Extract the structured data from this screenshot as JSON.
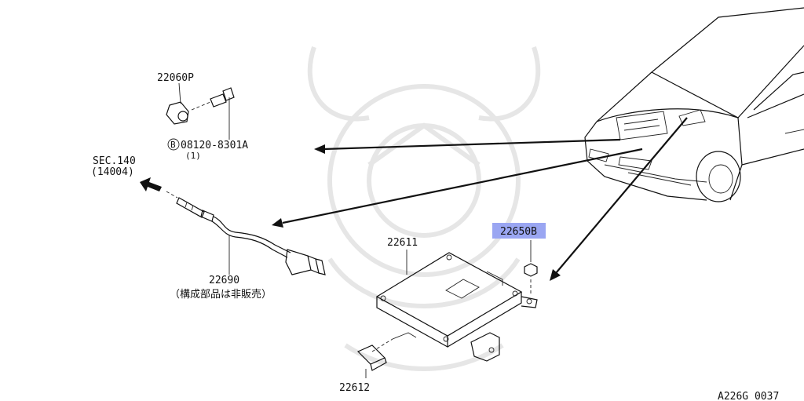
{
  "labels": {
    "knock_sensor": "22060P",
    "bolt": "08120-8301A",
    "bolt_symbol": "B",
    "bolt_qty": "(1)",
    "section_ref": "SEC.140",
    "section_ref_part": "(14004)",
    "o2_sensor": "22690",
    "o2_sensor_note": "（構成部品は非販売）",
    "ecu": "22611",
    "nut": "22650B",
    "bracket": "22612",
    "drawing_code": "A226G 0037"
  },
  "colors": {
    "highlight": "#9aa6f2",
    "line": "#111111",
    "watermark": "#e6e6e6"
  }
}
